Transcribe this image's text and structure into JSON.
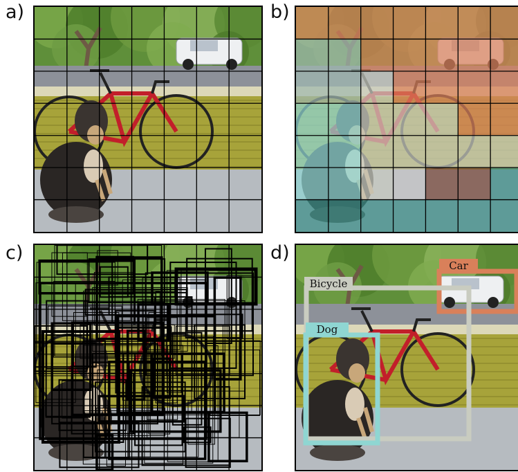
{
  "panels": [
    {
      "id": "a",
      "label": "a)"
    },
    {
      "id": "b",
      "label": "b)"
    },
    {
      "id": "c",
      "label": "c)"
    },
    {
      "id": "d",
      "label": "d)"
    }
  ],
  "grid_size": 7,
  "class_colors": {
    "car": "#d9805a",
    "bicycle": "#c9ccc0",
    "dog": "#8fd6d2",
    "dog_dark": "#3b8f88",
    "grey": "#c8c8c8",
    "brown": "#7a4a3a",
    "none": "#9fb8b0"
  },
  "probability_map": [
    [
      "car",
      "car",
      "car",
      "car",
      "car",
      "car",
      "car"
    ],
    [
      "none",
      "none",
      "car",
      "car",
      "car",
      "car",
      "car"
    ],
    [
      "none",
      "none",
      "bicycle",
      "car",
      "car",
      "car",
      "car"
    ],
    [
      "dog",
      "dog",
      "bicycle",
      "bicycle",
      "bicycle",
      "car",
      "car"
    ],
    [
      "dog",
      "dog",
      "bicycle",
      "bicycle",
      "bicycle",
      "bicycle",
      "bicycle"
    ],
    [
      "dog",
      "dog",
      "bicycle",
      "grey",
      "brown",
      "brown",
      "dog_dark"
    ],
    [
      "dog_dark",
      "dog_dark",
      "dog_dark",
      "dog_dark",
      "dog_dark",
      "dog_dark",
      "dog_dark"
    ]
  ],
  "detections": [
    {
      "name": "Car",
      "color": "#d9805a"
    },
    {
      "name": "Bicycle",
      "color": "#c9ccc0"
    },
    {
      "name": "Dog",
      "color": "#8fd6d2"
    }
  ]
}
